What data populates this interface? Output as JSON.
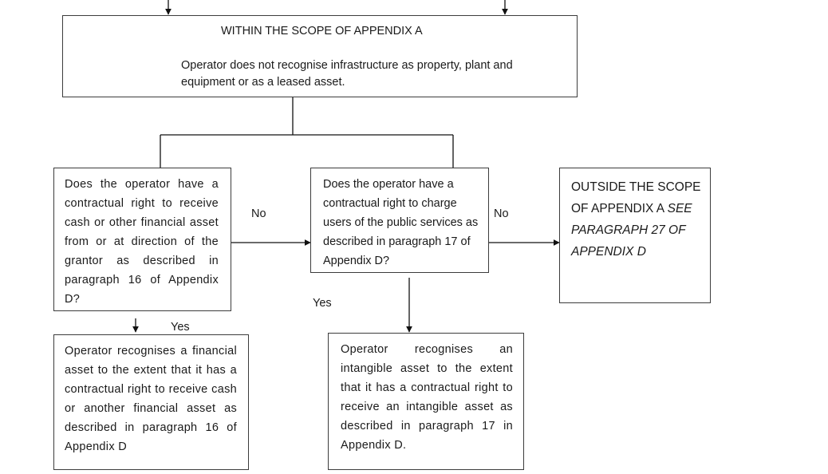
{
  "top_box": {
    "title": "WITHIN THE SCOPE OF APPENDIX A",
    "text": "Operator does not recognise infrastructure as property, plant and equipment or as a leased asset."
  },
  "question_financial": {
    "text": "Does the operator have a contractual right to receive cash or other financial asset from or at direction of the grantor as described in paragraph 16 of Appendix D?"
  },
  "question_intangible": {
    "text": "Does the operator have a contractual right to charge users of the public services as described in paragraph 17 of Appendix D?"
  },
  "outside_box": {
    "text_plain": "OUTSIDE THE SCOPE OF APPENDIX A",
    "text_italic": "SEE PARAGRAPH 27 OF APPENDIX D"
  },
  "result_financial": {
    "text": "Operator recognises a financial asset to the extent that it has a contractual right to receive cash or another financial asset as described in paragraph 16 of Appendix D"
  },
  "result_intangible": {
    "text": "Operator recognises an intangible asset to the extent that it has a contractual right to receive an intangible asset as described in paragraph 17 in Appendix D."
  },
  "labels": {
    "no_1": "No",
    "no_2": "No",
    "yes_1": "Yes",
    "yes_2": "Yes"
  }
}
